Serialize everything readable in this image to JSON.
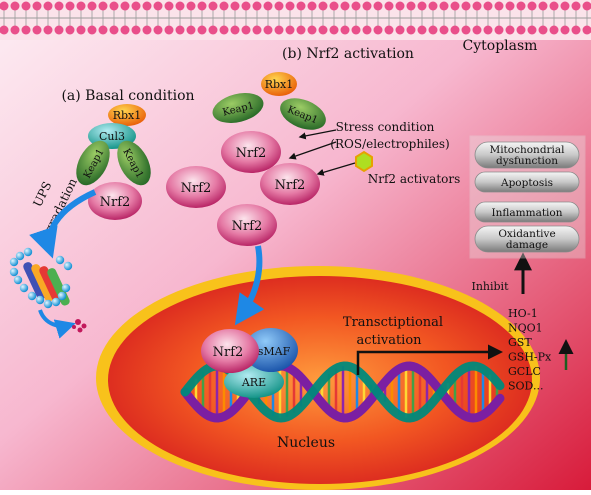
{
  "labels": {
    "cytoplasm": "Cytoplasm",
    "basal_title": "(a) Basal condition",
    "activation_title": "(b) Nrf2 activation",
    "nucleus": "Nucleus",
    "ups_line1": "UPS",
    "ups_line2": "degradation",
    "stress_line1": "Stress condition",
    "stress_line2": "(ROS/electrophiles)",
    "activators": "Nrf2 activators",
    "transcription_line1": "Transctiptional",
    "transcription_line2": "activation",
    "inhibit": "Inhibit"
  },
  "proteins": {
    "rbx1": "Rbx1",
    "cul3": "Cul3",
    "keap1": "Keap1",
    "nrf2": "Nrf2",
    "smaf": "sMAF",
    "are": "ARE"
  },
  "outcomes": [
    {
      "line1": "Mitochondrial",
      "line2": "dysfunction"
    },
    {
      "line1": "Apoptosis",
      "line2": ""
    },
    {
      "line1": "Inflammation",
      "line2": ""
    },
    {
      "line1": "Oxidantive",
      "line2": "damage"
    }
  ],
  "genes": [
    "HO-1",
    "NQO1",
    "GST",
    "GSH-Px",
    "GCLC",
    "SOD..."
  ],
  "colors": {
    "nrf2": "#c2185b",
    "keap1": "#2e7d32",
    "rbx1": "#f57c00",
    "cul3": "#26a69a",
    "smaf": "#1e88e5",
    "nucleus": "#e53935",
    "up_arrow": "#1b5e20"
  }
}
